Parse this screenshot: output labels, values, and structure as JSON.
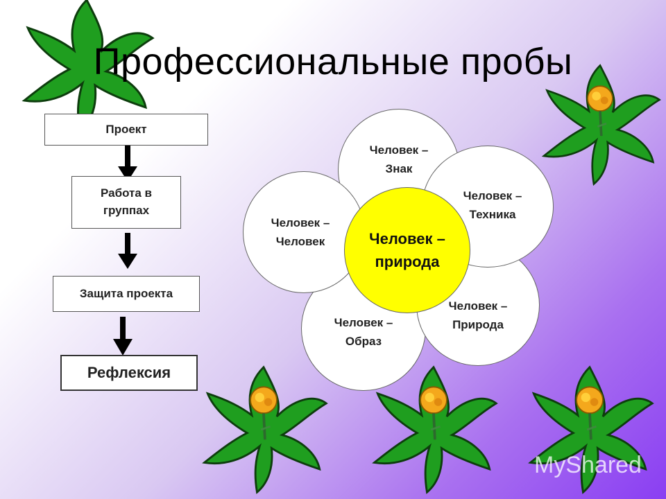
{
  "title": "Профессиональные пробы",
  "steps": [
    {
      "label": "Проект"
    },
    {
      "label": "Работа в\nгруппах"
    },
    {
      "label": "Защита проекта"
    },
    {
      "label": "Рефлексия"
    }
  ],
  "flower": {
    "center": "Человек –\nприрода",
    "petals": [
      {
        "label": "Человек –\nЗнак"
      },
      {
        "label": "Человек –\nТехника"
      },
      {
        "label": "Человек –\nЧеловек"
      },
      {
        "label": "Человек –\nОбраз"
      },
      {
        "label": "Человек –\nПрирода"
      }
    ]
  },
  "watermark": "MyShared",
  "colors": {
    "petal": "#ffffff",
    "center": "#ffff00",
    "leaf": "#1f9e1f",
    "blossom": "#f4a81c"
  }
}
